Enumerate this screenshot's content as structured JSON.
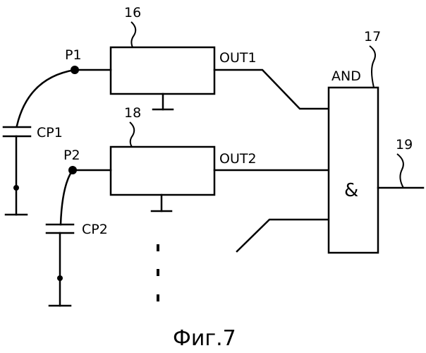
{
  "labels": {
    "ref_16": "16",
    "ref_17": "17",
    "ref_18": "18",
    "ref_19": "19",
    "p1": "P1",
    "p2": "P2",
    "out1": "OUT1",
    "out2": "OUT2",
    "gate_name": "AND",
    "gate_symbol": "&",
    "cp1": "CP1",
    "cp2": "CP2"
  },
  "caption": "Фиг.7",
  "colors": {
    "ink": "#000000",
    "background": "#ffffff"
  }
}
